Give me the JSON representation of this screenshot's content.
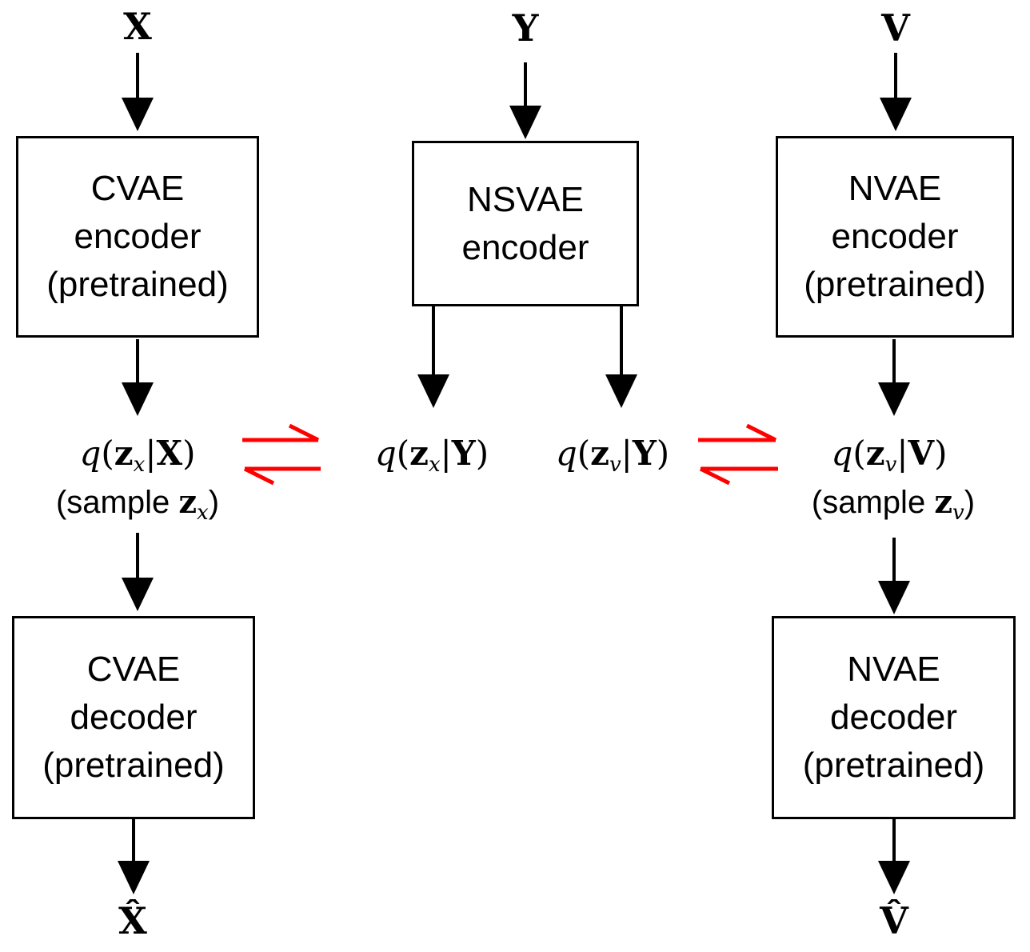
{
  "inputs": {
    "x": "X",
    "y": "Y",
    "v": "V"
  },
  "outputs": {
    "x_hat": "X̂",
    "v_hat": "V̂"
  },
  "boxes": {
    "cvae_encoder": "CVAE\nencoder\n(pretrained)",
    "nsvae_encoder": "NSVAE\nencoder",
    "nvae_encoder": "NVAE\nencoder\n(pretrained)",
    "cvae_decoder": "CVAE\ndecoder\n(pretrained)",
    "nvae_decoder": "NVAE\ndecoder\n(pretrained)"
  },
  "distributions": {
    "q_zx_X": {
      "q": "q",
      "open": "(",
      "z": "z",
      "sub": "x",
      "bar": "|",
      "cond": "X",
      "close": ")"
    },
    "q_zx_Y": {
      "q": "q",
      "open": "(",
      "z": "z",
      "sub": "x",
      "bar": "|",
      "cond": "Y",
      "close": ")"
    },
    "q_zv_Y": {
      "q": "q",
      "open": "(",
      "z": "z",
      "sub": "v",
      "bar": "|",
      "cond": "Y",
      "close": ")"
    },
    "q_zv_V": {
      "q": "q",
      "open": "(",
      "z": "z",
      "sub": "v",
      "bar": "|",
      "cond": "V",
      "close": ")"
    }
  },
  "samples": {
    "left": {
      "prefix": "(sample ",
      "z": "z",
      "sub": "x",
      "suffix": ")"
    },
    "right": {
      "prefix": "(sample ",
      "z": "z",
      "sub": "v",
      "suffix": ")"
    }
  },
  "colors": {
    "flow_arrow": "#000000",
    "alignment_arrow": "#ff0000"
  }
}
